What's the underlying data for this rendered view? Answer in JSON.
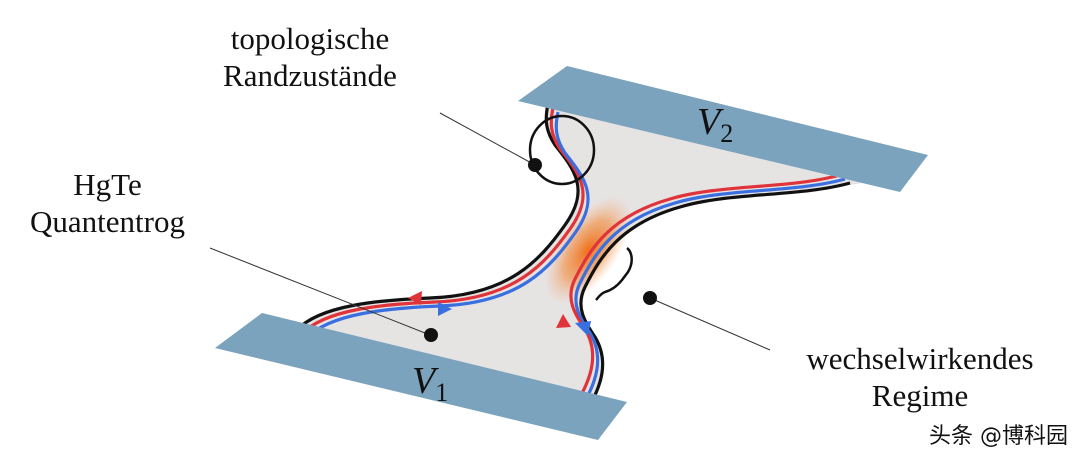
{
  "labels": {
    "edge_states": [
      "topologische",
      "Randzustände"
    ],
    "quantum_well": [
      "HgTe",
      "Quantentrog"
    ],
    "interacting_regime": [
      "wechselwirkendes",
      "Regime"
    ]
  },
  "contacts": {
    "v1": {
      "symbol": "V",
      "subscript": "1"
    },
    "v2": {
      "symbol": "V",
      "subscript": "2"
    }
  },
  "watermark": "头条 @博科园",
  "colors": {
    "contact": "#7ba3bd",
    "sample": "#e6e3e3",
    "edge_red": "#e0343a",
    "edge_blue": "#3a6fe0",
    "interaction": "#f07020"
  }
}
